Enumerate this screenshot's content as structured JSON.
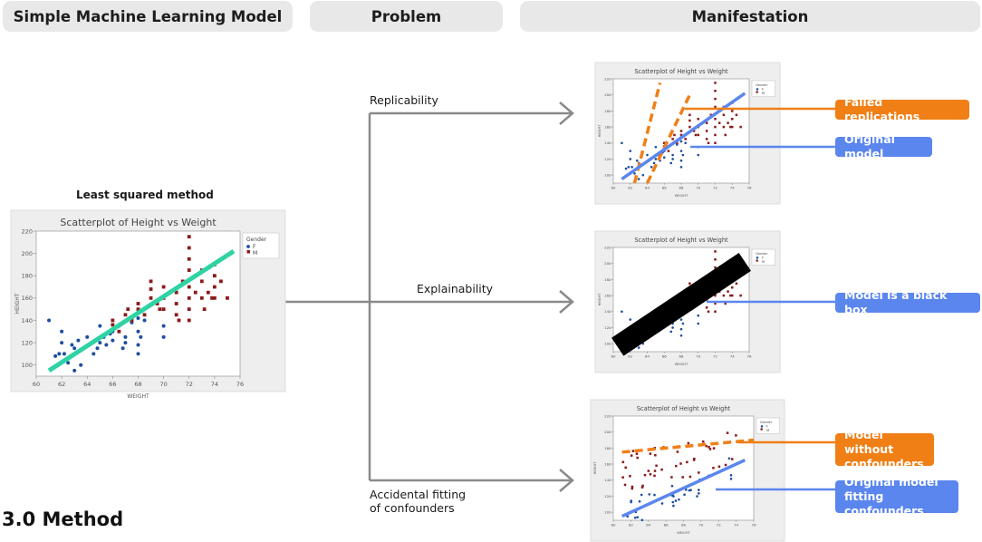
{
  "headers": {
    "model": "Simple Machine Learning Model",
    "problem": "Problem",
    "manifestation": "Manifestation"
  },
  "left": {
    "caption": "Least squared method"
  },
  "problems": {
    "replicability": "Replicability",
    "explainability": "Explainability",
    "confounders_line1": "Accidental fitting",
    "confounders_line2": "of confounders"
  },
  "callouts": {
    "failed": "Failed replications",
    "original": "Original model",
    "blackbox": "Model is a black box",
    "without_line1": "Model without",
    "without_line2": "confounders",
    "fitting_line1": "Original model",
    "fitting_line2": "fitting confounders"
  },
  "footer": "3.0 Method",
  "colors": {
    "female": "#1f4e9e",
    "male": "#8b1a1a",
    "fit_main": "#2fd3a3",
    "orange": "#f07f16",
    "blue": "#5b86ee",
    "arrow": "#8a8a8a"
  },
  "chart_data": [
    {
      "type": "scatter",
      "title": "Scatterplot of Height vs Weight",
      "xlabel": "WEIGHT",
      "ylabel": "HEIGHT",
      "xlim": [
        60,
        76
      ],
      "ylim": [
        90,
        220
      ],
      "xticks": [
        60,
        62,
        64,
        66,
        68,
        70,
        72,
        74,
        76
      ],
      "yticks": [
        100,
        120,
        140,
        160,
        180,
        200,
        220
      ],
      "legend": {
        "title": "Gender",
        "entries": [
          "F",
          "M"
        ],
        "position": "top-right"
      },
      "series": [
        {
          "name": "F",
          "points": [
            [
              61,
              140
            ],
            [
              61.5,
              108
            ],
            [
              61.8,
              110
            ],
            [
              62,
              130
            ],
            [
              62,
              120
            ],
            [
              62.2,
              110
            ],
            [
              62.5,
              102
            ],
            [
              62.8,
              118
            ],
            [
              63,
              115
            ],
            [
              63,
              95
            ],
            [
              63.3,
              122
            ],
            [
              63.5,
              100
            ],
            [
              64,
              125
            ],
            [
              64.5,
              110
            ],
            [
              64.8,
              115
            ],
            [
              65,
              135
            ],
            [
              65,
              120
            ],
            [
              65.3,
              125
            ],
            [
              65.5,
              118
            ],
            [
              65.8,
              128
            ],
            [
              66,
              130
            ],
            [
              66,
              122
            ],
            [
              66.5,
              135
            ],
            [
              66.8,
              115
            ],
            [
              67,
              125
            ],
            [
              67,
              120
            ],
            [
              67.5,
              138
            ],
            [
              68,
              130
            ],
            [
              68,
              118
            ],
            [
              68,
              110
            ],
            [
              68,
              142
            ],
            [
              68.2,
              125
            ],
            [
              68.5,
              140
            ],
            [
              70,
              125
            ],
            [
              70,
              135
            ]
          ]
        },
        {
          "name": "M",
          "points": [
            [
              66,
              140
            ],
            [
              66,
              136
            ],
            [
              66.5,
              130
            ],
            [
              67,
              145
            ],
            [
              67.2,
              150
            ],
            [
              67.5,
              140
            ],
            [
              68,
              155
            ],
            [
              68,
              150
            ],
            [
              68.5,
              145
            ],
            [
              69,
              175
            ],
            [
              69,
              168
            ],
            [
              69,
              160
            ],
            [
              69.5,
              155
            ],
            [
              69.7,
              150
            ],
            [
              70,
              160
            ],
            [
              70,
              150
            ],
            [
              70,
              170
            ],
            [
              70.5,
              165
            ],
            [
              71,
              155
            ],
            [
              71,
              165
            ],
            [
              71,
              145
            ],
            [
              71.2,
              140
            ],
            [
              71.5,
              175
            ],
            [
              72,
              215
            ],
            [
              72,
              205
            ],
            [
              72,
              195
            ],
            [
              72,
              185
            ],
            [
              72,
              170
            ],
            [
              72,
              160
            ],
            [
              72,
              150
            ],
            [
              72,
              140
            ],
            [
              72.5,
              180
            ],
            [
              72.5,
              165
            ],
            [
              73,
              185
            ],
            [
              73,
              175
            ],
            [
              73,
              160
            ],
            [
              73.2,
              150
            ],
            [
              73.5,
              165
            ],
            [
              73.8,
              160
            ],
            [
              74,
              190
            ],
            [
              74,
              180
            ],
            [
              74,
              170
            ],
            [
              74,
              160
            ],
            [
              74.5,
              175
            ],
            [
              75,
              160
            ]
          ]
        }
      ],
      "fit_line": {
        "from": [
          61,
          95
        ],
        "to": [
          75.5,
          202
        ]
      }
    },
    {
      "type": "scatter",
      "title": "Scatterplot of Height vs Weight",
      "xlabel": "WEIGHT",
      "ylabel": "HEIGHT",
      "xlim": [
        60,
        76
      ],
      "ylim": [
        90,
        220
      ],
      "xticks": [
        60,
        62,
        64,
        66,
        68,
        70,
        72,
        74,
        76
      ],
      "yticks": [
        100,
        120,
        140,
        160,
        180,
        200,
        220
      ],
      "legend": {
        "title": "Gender",
        "entries": [
          "F",
          "M"
        ],
        "position": "top-right"
      },
      "original_line": {
        "from": [
          61,
          95
        ],
        "to": [
          75.5,
          202
        ]
      },
      "failed_lines": [
        {
          "from": [
            62.5,
            90
          ],
          "to": [
            65.5,
            215
          ]
        },
        {
          "from": [
            64,
            90
          ],
          "to": [
            69,
            200
          ]
        }
      ]
    },
    {
      "type": "scatter",
      "title": "Scatterplot of Height vs Weight",
      "xlabel": "WEIGHT",
      "ylabel": "HEIGHT",
      "xlim": [
        60,
        76
      ],
      "ylim": [
        90,
        220
      ],
      "xticks": [
        60,
        62,
        64,
        66,
        68,
        70,
        72,
        74,
        76
      ],
      "yticks": [
        100,
        120,
        140,
        160,
        180,
        200,
        220
      ],
      "legend": {
        "title": "Gender",
        "entries": [
          "F",
          "M"
        ],
        "position": "top-right"
      },
      "black_box_line": {
        "from": [
          60.5,
          96
        ],
        "to": [
          75.5,
          202
        ]
      }
    },
    {
      "type": "scatter",
      "title": "Scatterplot of Height vs Weight",
      "xlabel": "WEIGHT",
      "ylabel": "HEIGHT",
      "xlim": [
        60,
        76
      ],
      "ylim": [
        90,
        220
      ],
      "xticks": [
        60,
        62,
        64,
        66,
        68,
        70,
        72,
        74,
        76
      ],
      "yticks": [
        100,
        120,
        140,
        160,
        180,
        200,
        220
      ],
      "legend": {
        "title": "Gender",
        "entries": [
          "F",
          "M"
        ],
        "position": "top-right"
      },
      "without_confounders_line": {
        "from": [
          61,
          175
        ],
        "to": [
          76,
          190
        ]
      },
      "original_line": {
        "from": [
          61,
          95
        ],
        "to": [
          75,
          165
        ]
      }
    }
  ]
}
